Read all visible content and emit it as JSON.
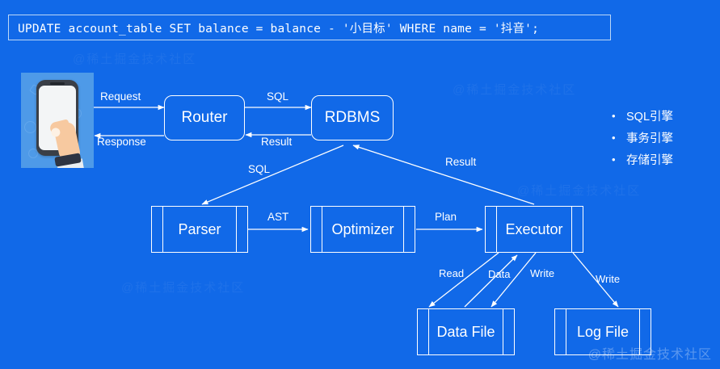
{
  "sql_statement": "UPDATE account_table SET balance = balance - '小目标' WHERE name = '抖音';",
  "colors": {
    "background": "#1169e8",
    "stroke": "#ffffff",
    "phone_card": "#4e9ae8",
    "phone_body": "#3a3f47",
    "skin": "#f7c9a0"
  },
  "nodes": {
    "router": "Router",
    "rdbms": "RDBMS",
    "parser": "Parser",
    "optimizer": "Optimizer",
    "executor": "Executor",
    "data_file": "Data File",
    "log_file": "Log File"
  },
  "edge_labels": {
    "request": "Request",
    "response": "Response",
    "sql_top": "SQL",
    "result_top": "Result",
    "sql_down": "SQL",
    "result_up": "Result",
    "ast": "AST",
    "plan": "Plan",
    "read": "Read",
    "data": "Data",
    "write_data": "Write",
    "write_log": "Write"
  },
  "engines": {
    "bullet_glyph": "•",
    "items": [
      "SQL引擎",
      "事务引擎",
      "存储引擎"
    ]
  },
  "watermark": "@稀土掘金技术社区"
}
